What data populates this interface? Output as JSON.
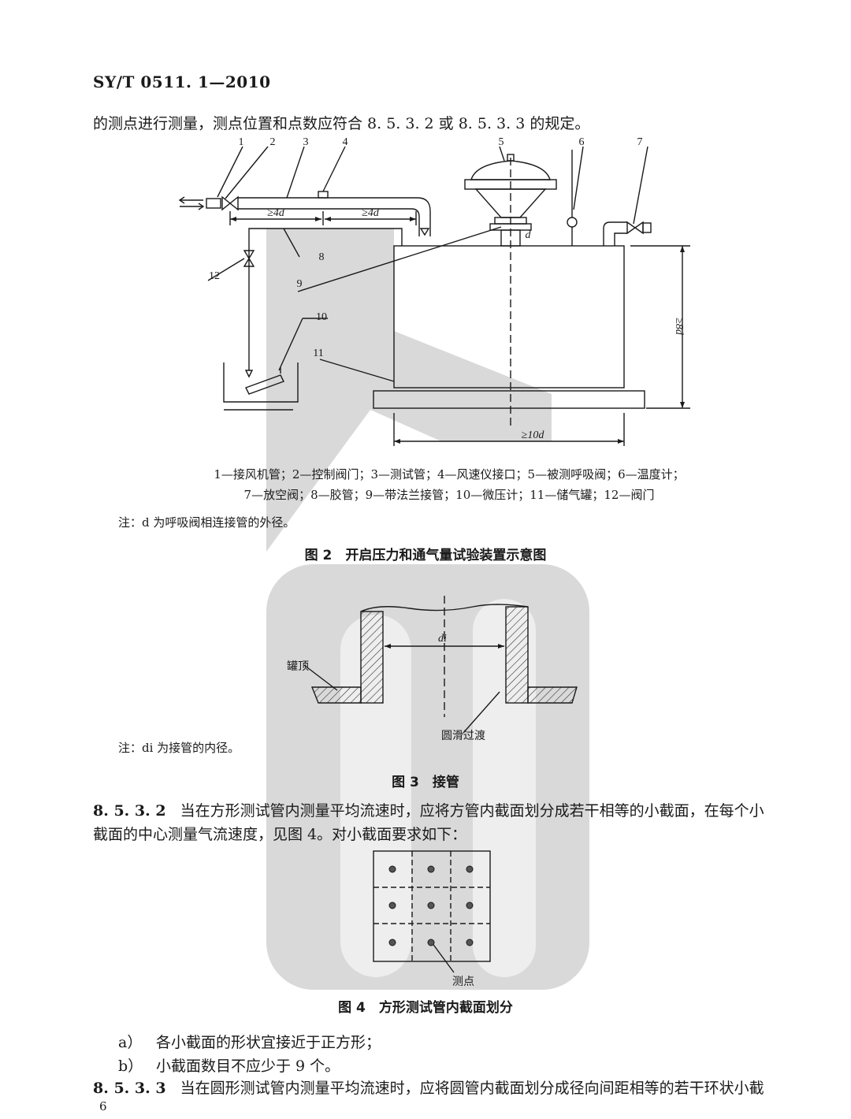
{
  "header": {
    "standard_no": "SY/T 0511. 1—2010"
  },
  "intro_text": "的测点进行测量，测点位置和点数应符合 8. 5. 3. 2 或 8. 5. 3. 3 的规定。",
  "figure2": {
    "callouts": [
      "1",
      "2",
      "3",
      "4",
      "5",
      "6",
      "7",
      "8",
      "9",
      "10",
      "11",
      "12"
    ],
    "dim_4d_left": "≥4d",
    "dim_4d_right": "≥4d",
    "dim_d": "d",
    "dim_8d": "≥8d",
    "dim_10d": "≥10d",
    "legend_line1": "1—接风机管；2—控制阀门；3—测试管；4—风速仪接口；5—被测呼吸阀；6—温度计；",
    "legend_line2": "7—放空阀；8—胶管；9—带法兰接管；10—微压计；11—储气罐；12—阀门",
    "note": "注：d 为呼吸阀相连接管的外径。",
    "caption": "图 2　开启压力和通气量试验装置示意图"
  },
  "figure3": {
    "label_di": "di",
    "label_tank_top": "罐顶",
    "label_transition": "圆滑过渡",
    "note": "注：di 为接管的内径。",
    "caption": "图 3　接管"
  },
  "section_8532": {
    "number": "8. 5. 3. 2",
    "line1": "当在方形测试管内测量平均流速时，应将方管内截面划分成若干相等的小截面，在每个小",
    "line2": "截面的中心测量气流速度，见图 4。对小截面要求如下："
  },
  "figure4": {
    "label_point": "测点",
    "caption": "图 4　方形测试管内截面划分"
  },
  "list_items": [
    {
      "marker": "a）",
      "text": "各小截面的形状宜接近于正方形；"
    },
    {
      "marker": "b）",
      "text": "小截面数目不应少于 9 个。"
    }
  ],
  "section_8533": {
    "number": "8. 5. 3. 3",
    "line1": "当在圆形测试管内测量平均流速时，应将圆管内截面划分成径向间距相等的若干环状小截"
  },
  "page_number": "6",
  "colors": {
    "watermark": "#d6d6d6",
    "ink": "#1a1a1a",
    "hatch": "#333333"
  }
}
